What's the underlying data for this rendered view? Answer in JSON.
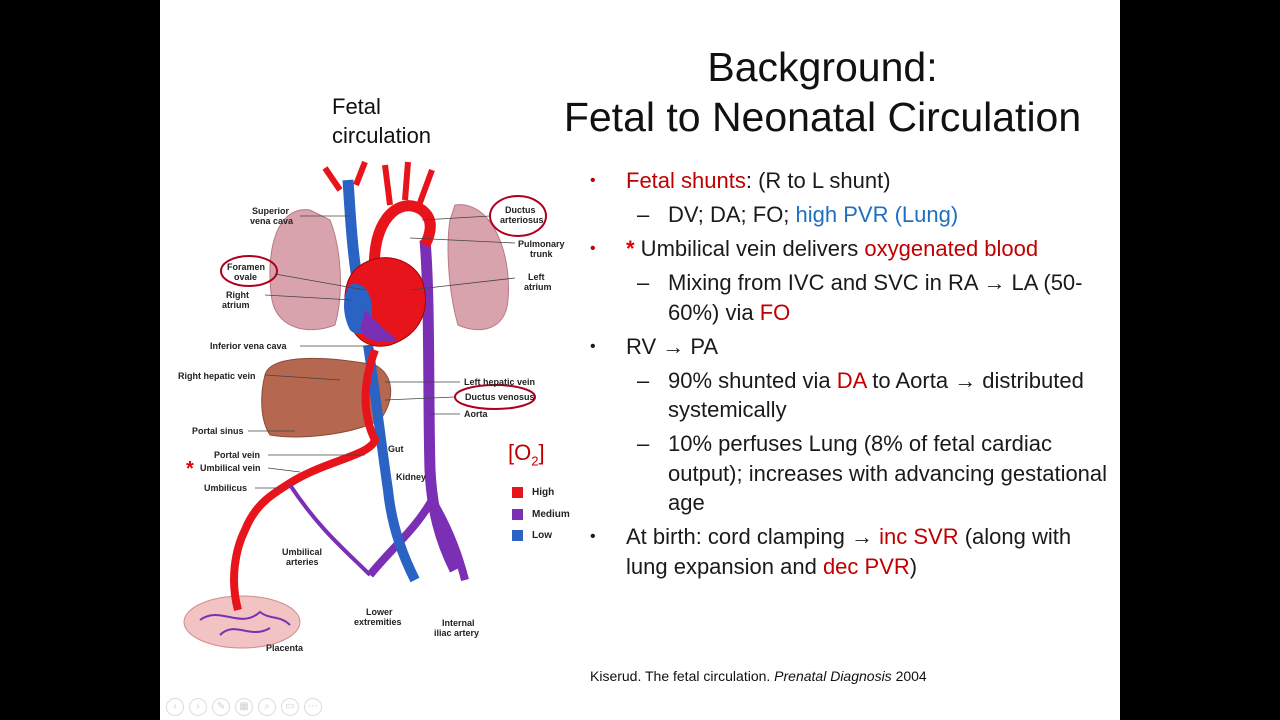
{
  "title": {
    "line1": "Background:",
    "line2": "Fetal to Neonatal Circulation"
  },
  "diagram_caption": {
    "line1": "Fetal",
    "line2": "circulation"
  },
  "bullets": {
    "b1": {
      "red": "Fetal shunts",
      "rest": ": (R to L shunt)"
    },
    "b1s1": {
      "text": "DV; DA; FO; ",
      "blue": "high PVR (Lung)"
    },
    "b2": {
      "star": "*",
      "text": " Umbilical vein delivers ",
      "red": "oxygenated blood"
    },
    "b2s1": {
      "text1": "Mixing from IVC and SVC in RA → LA (50-60%) via ",
      "red": "FO"
    },
    "b3": {
      "text": "RV → PA"
    },
    "b3s1": {
      "text1": "90% shunted via ",
      "red": "DA",
      "text2": " to Aorta → distributed systemically"
    },
    "b3s2": {
      "text": "10% perfuses Lung (8% of fetal cardiac output); increases with advancing gestational age"
    },
    "b4": {
      "text1": "At birth: cord clamping → ",
      "red1": "inc SVR",
      "text2": " (along with lung expansion and ",
      "red2": "dec PVR",
      "text3": ")"
    }
  },
  "bullet_marker": "•",
  "dash_marker": "–",
  "citation": {
    "authors": "Kiserud. The fetal circulation. ",
    "journal": "Prenatal Diagnosis",
    "year": " 2004"
  },
  "diagram_labels": {
    "superior_vena_cava": [
      "Superior",
      "vena cava"
    ],
    "ductus_arteriosus": [
      "Ductus",
      "arteriosus"
    ],
    "pulmonary_trunk": [
      "Pulmonary",
      "trunk"
    ],
    "foramen_ovale": [
      "Foramen",
      "ovale"
    ],
    "left_atrium": [
      "Left",
      "atrium"
    ],
    "right_atrium": [
      "Right",
      "atrium"
    ],
    "inferior_vena_cava": "Inferior vena cava",
    "right_hepatic_vein": "Right hepatic vein",
    "left_hepatic_vein": "Left hepatic vein",
    "ductus_venosus": "Ductus venosus",
    "aorta": "Aorta",
    "portal_sinus": "Portal sinus",
    "gut": "Gut",
    "portal_vein": "Portal vein",
    "umbilical_vein": "Umbilical vein",
    "kidney": "Kidney",
    "umbilicus": "Umbilicus",
    "umbilical_arteries": [
      "Umbilical",
      "arteries"
    ],
    "lower_extremities": [
      "Lower",
      "extremities"
    ],
    "internal_iliac_artery": [
      "Internal",
      "iliac artery"
    ],
    "placenta": "Placenta"
  },
  "umbilical_star": "*",
  "o2_legend": {
    "label": "[O",
    "subscript": "2",
    "close": "]",
    "items": [
      {
        "label": "High",
        "color": "#e8141b"
      },
      {
        "label": "Medium",
        "color": "#7b2fb5"
      },
      {
        "label": "Low",
        "color": "#2a63c4"
      }
    ]
  },
  "colors": {
    "red_text": "#c00000",
    "blue_text": "#1f6fc0",
    "artery": "#e8141b",
    "vein": "#2a63c4",
    "mixed": "#7b2fb5"
  },
  "toolbar_icons": [
    "prev-icon",
    "next-icon",
    "pen-icon",
    "slides-icon",
    "zoom-icon",
    "subtitles-icon",
    "more-icon"
  ]
}
